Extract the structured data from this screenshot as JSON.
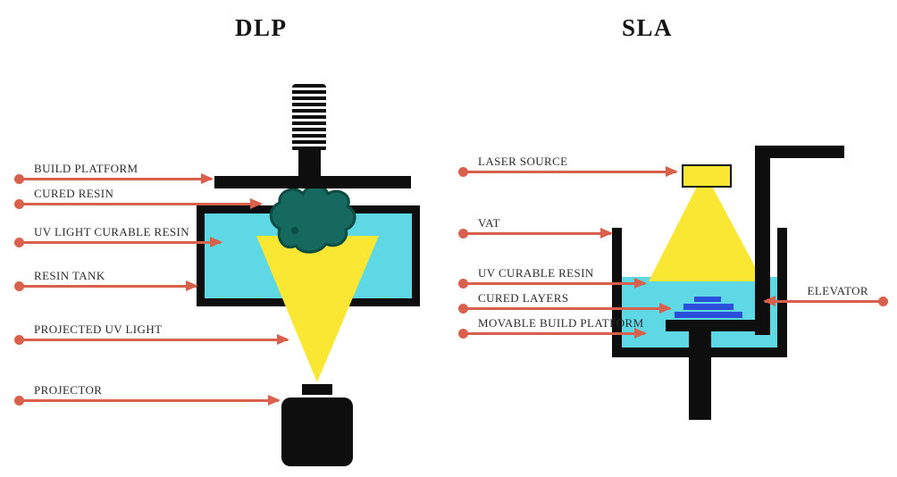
{
  "titles": {
    "dlp": "DLP",
    "sla": "SLA"
  },
  "colors": {
    "arrow": "#d9604c",
    "resin_liquid": "#5fd8e5",
    "cured_resin": "#16695e",
    "uv_light": "#f9e733",
    "cured_layers": "#2a4fd9",
    "machine": "#0e0e0e",
    "background": "#ffffff"
  },
  "dlp": {
    "labels": [
      {
        "text": "BUILD PLATFORM"
      },
      {
        "text": "CURED RESIN"
      },
      {
        "text": "UV LIGHT CURABLE RESIN"
      },
      {
        "text": "RESIN TANK"
      },
      {
        "text": "PROJECTED UV LIGHT"
      },
      {
        "text": "PROJECTOR"
      }
    ]
  },
  "sla": {
    "labels": [
      {
        "text": "LASER SOURCE"
      },
      {
        "text": "VAT"
      },
      {
        "text": "UV CURABLE RESIN"
      },
      {
        "text": "CURED LAYERS"
      },
      {
        "text": "MOVABLE BUILD PLATFORM"
      },
      {
        "text": "ELEVATOR"
      }
    ]
  }
}
